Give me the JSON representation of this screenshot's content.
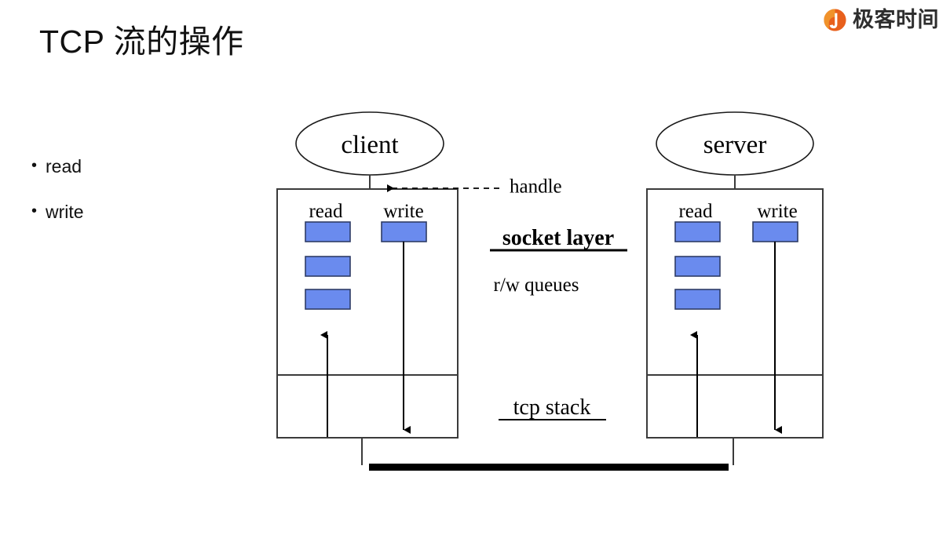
{
  "brand": {
    "logo_icon": "geekbang-circle-icon",
    "name": "极客时间",
    "accent_color": "#E8601C"
  },
  "slide": {
    "title": "TCP 流的操作",
    "background_color": "#FFFFFF"
  },
  "bullets": [
    {
      "marker": "•",
      "label": "read"
    },
    {
      "marker": "•",
      "label": "write"
    }
  ],
  "diagram": {
    "queue_fill_color": "#6A8BEE",
    "queue_stroke_color": "#2E3C66",
    "line_color": "#3B3B3B",
    "nodes": {
      "client": {
        "label": "client",
        "shape": "ellipse"
      },
      "server": {
        "label": "server",
        "shape": "ellipse"
      }
    },
    "client_box": {
      "read_label": "read",
      "write_label": "write",
      "read_queue_cells": 3,
      "write_queue_cells": 1
    },
    "server_box": {
      "read_label": "read",
      "write_label": "write",
      "read_queue_cells": 3,
      "write_queue_cells": 1
    },
    "annotations": {
      "handle": "handle",
      "socket_layer": "socket layer",
      "rw_queues": "r/w queues",
      "tcp_stack": "tcp stack"
    },
    "network_bus": {
      "style": "thick-black-bar"
    }
  }
}
